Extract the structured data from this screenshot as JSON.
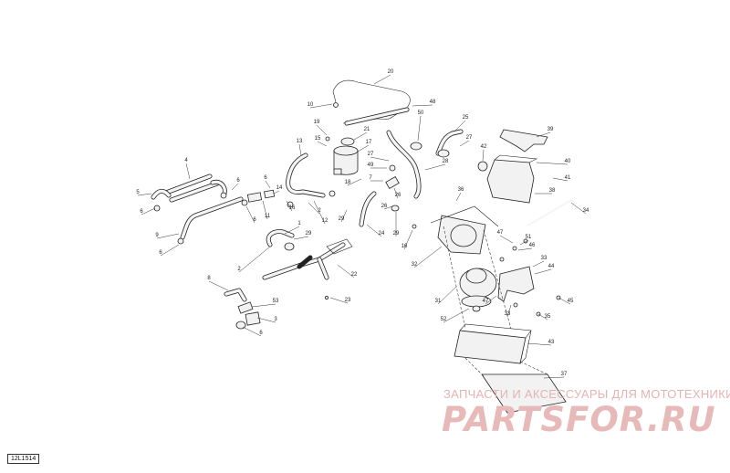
{
  "diagram": {
    "ref_code": "12L1514",
    "watermark": {
      "tagline": "ЗАПЧАСТИ И АКСЕССУАРЫ ДЛЯ МОТОТЕХНИКИ",
      "logo": "PARTSFOR.RU"
    },
    "callouts": [
      {
        "id": "c20",
        "text": "20"
      },
      {
        "id": "c10",
        "text": "10"
      },
      {
        "id": "c48",
        "text": "48"
      },
      {
        "id": "c50",
        "text": "50"
      },
      {
        "id": "c25",
        "text": "25"
      },
      {
        "id": "c19",
        "text": "19"
      },
      {
        "id": "c21",
        "text": "21"
      },
      {
        "id": "c15",
        "text": "15"
      },
      {
        "id": "c17",
        "text": "17"
      },
      {
        "id": "c13",
        "text": "13"
      },
      {
        "id": "c27a",
        "text": "27"
      },
      {
        "id": "c27b",
        "text": "27"
      },
      {
        "id": "c42",
        "text": "42"
      },
      {
        "id": "c39",
        "text": "39"
      },
      {
        "id": "c49",
        "text": "49"
      },
      {
        "id": "c28",
        "text": "28"
      },
      {
        "id": "c40",
        "text": "40"
      },
      {
        "id": "c41",
        "text": "41"
      },
      {
        "id": "c4",
        "text": "4"
      },
      {
        "id": "c18",
        "text": "18"
      },
      {
        "id": "c7",
        "text": "7"
      },
      {
        "id": "c6a",
        "text": "6"
      },
      {
        "id": "c6b",
        "text": "6"
      },
      {
        "id": "c5",
        "text": "5"
      },
      {
        "id": "c6c",
        "text": "6"
      },
      {
        "id": "c14",
        "text": "14"
      },
      {
        "id": "c16a",
        "text": "16"
      },
      {
        "id": "c26a",
        "text": "26"
      },
      {
        "id": "c36",
        "text": "36"
      },
      {
        "id": "c38",
        "text": "38"
      },
      {
        "id": "c6d",
        "text": "6"
      },
      {
        "id": "c11",
        "text": "11"
      },
      {
        "id": "c2a",
        "text": "2"
      },
      {
        "id": "c12",
        "text": "12"
      },
      {
        "id": "c29a",
        "text": "29"
      },
      {
        "id": "c26b",
        "text": "26"
      },
      {
        "id": "c24",
        "text": "24"
      },
      {
        "id": "c34",
        "text": "34"
      },
      {
        "id": "c1",
        "text": "1"
      },
      {
        "id": "c9",
        "text": "9"
      },
      {
        "id": "c29b",
        "text": "29"
      },
      {
        "id": "c29c",
        "text": "29"
      },
      {
        "id": "c6e",
        "text": "6"
      },
      {
        "id": "c16b",
        "text": "16"
      },
      {
        "id": "c47a",
        "text": "47"
      },
      {
        "id": "c51",
        "text": "51"
      },
      {
        "id": "c46",
        "text": "46"
      },
      {
        "id": "c32",
        "text": "32"
      },
      {
        "id": "c33a",
        "text": "33"
      },
      {
        "id": "c2b",
        "text": "2"
      },
      {
        "id": "c22",
        "text": "22"
      },
      {
        "id": "c44",
        "text": "44"
      },
      {
        "id": "c8",
        "text": "8"
      },
      {
        "id": "c23",
        "text": "23"
      },
      {
        "id": "c45",
        "text": "45"
      },
      {
        "id": "c53",
        "text": "53"
      },
      {
        "id": "c31",
        "text": "31"
      },
      {
        "id": "c47b",
        "text": "47"
      },
      {
        "id": "c33b",
        "text": "33"
      },
      {
        "id": "c35",
        "text": "35"
      },
      {
        "id": "c3",
        "text": "3"
      },
      {
        "id": "c52",
        "text": "52"
      },
      {
        "id": "c6f",
        "text": "6"
      },
      {
        "id": "c43",
        "text": "43"
      },
      {
        "id": "c37",
        "text": "37"
      }
    ]
  }
}
